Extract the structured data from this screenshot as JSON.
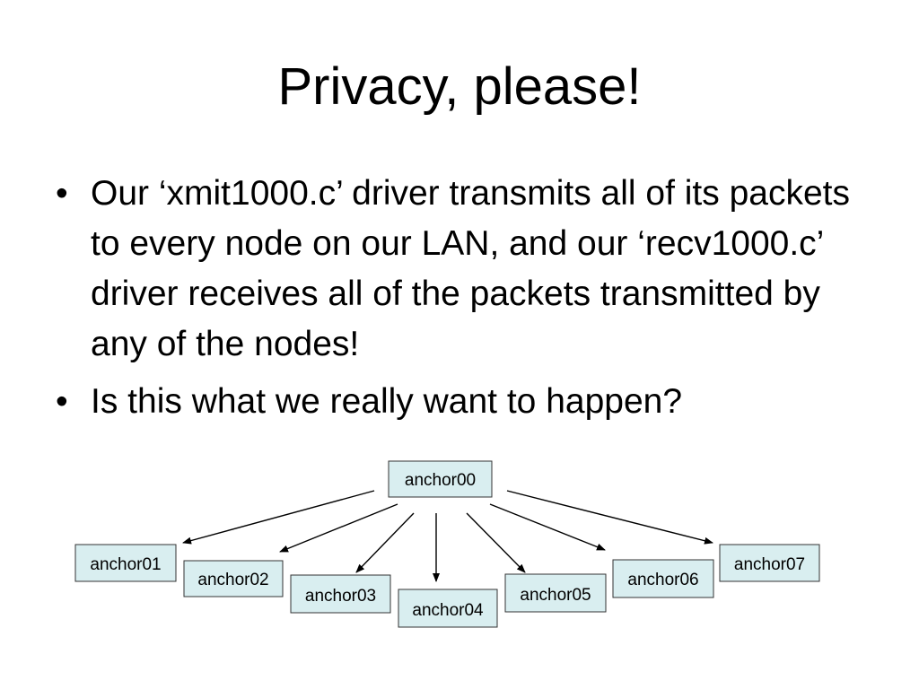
{
  "slide": {
    "title": "Privacy, please!",
    "bullets": [
      "Our ‘xmit1000.c’ driver transmits all of its packets to every node on our LAN, and our ‘recv1000.c’ driver receives all of the packets transmitted by any of the nodes!",
      "Is this what we really want to happen?"
    ],
    "bullet_glyph": "•"
  },
  "diagram": {
    "source_node": "anchor00",
    "target_nodes": [
      "anchor01",
      "anchor02",
      "anchor03",
      "anchor04",
      "anchor05",
      "anchor06",
      "anchor07"
    ],
    "node_fill_color": "#d9eef0",
    "node_border_color": "#333333",
    "arrow_color": "#000000"
  }
}
